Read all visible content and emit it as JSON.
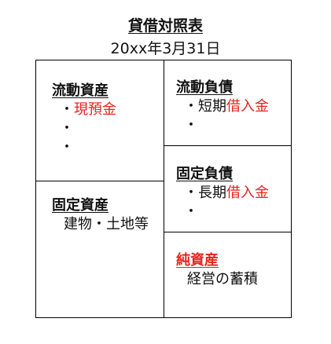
{
  "title": "貸借対照表",
  "date": "20xx年3月31日",
  "colors": {
    "highlight": "#e8231b",
    "line": "#000000"
  },
  "assets": {
    "current": {
      "heading": "流動資産",
      "items": [
        {
          "prefix": "・",
          "text": "現預金"
        },
        {
          "prefix": "・",
          "text": ""
        },
        {
          "prefix": "・",
          "text": ""
        }
      ]
    },
    "fixed": {
      "heading": "固定資産",
      "items": [
        {
          "text": "建物・土地等"
        }
      ]
    }
  },
  "liabilities": {
    "current": {
      "heading": "流動負債",
      "items": [
        {
          "prefix": "・短期",
          "highlight": "借入金"
        },
        {
          "prefix": "・",
          "highlight": ""
        }
      ]
    },
    "fixed": {
      "heading": "固定負債",
      "items": [
        {
          "prefix": "・長期",
          "highlight": "借入金"
        },
        {
          "prefix": "・",
          "highlight": ""
        }
      ]
    }
  },
  "net_assets": {
    "heading": "純資産",
    "items": [
      {
        "text": "経営の蓄積"
      }
    ]
  }
}
